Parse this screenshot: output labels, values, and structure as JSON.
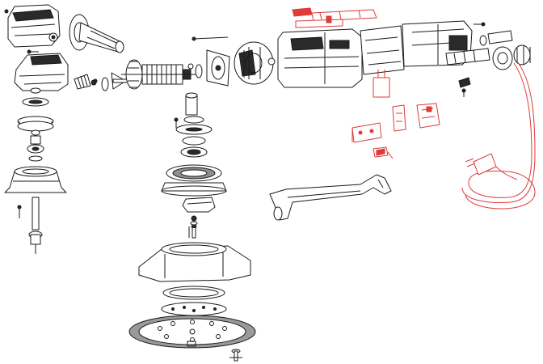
{
  "colors": {
    "line": "#1a1a1a",
    "electrical_parts": "#e03a3a",
    "background": "#ffffff",
    "pad_ring": "#9a9a9a"
  },
  "parts": [
    "gear-housing-cover",
    "auxiliary-handle",
    "gear-housing",
    "bevel-pinion",
    "fan",
    "armature",
    "brush-holder-ring",
    "field-coil",
    "motor-housing",
    "rear-handle-shell",
    "switch-assembly",
    "carbon-brushes",
    "brush-springs",
    "capacitor",
    "power-cord",
    "strain-relief",
    "bail-handle",
    "spindle-bearing-stack",
    "eccentric-bearing-stack",
    "pad-brake-collar",
    "shroud",
    "backing-pad",
    "hook-loop-sanding-pad"
  ]
}
